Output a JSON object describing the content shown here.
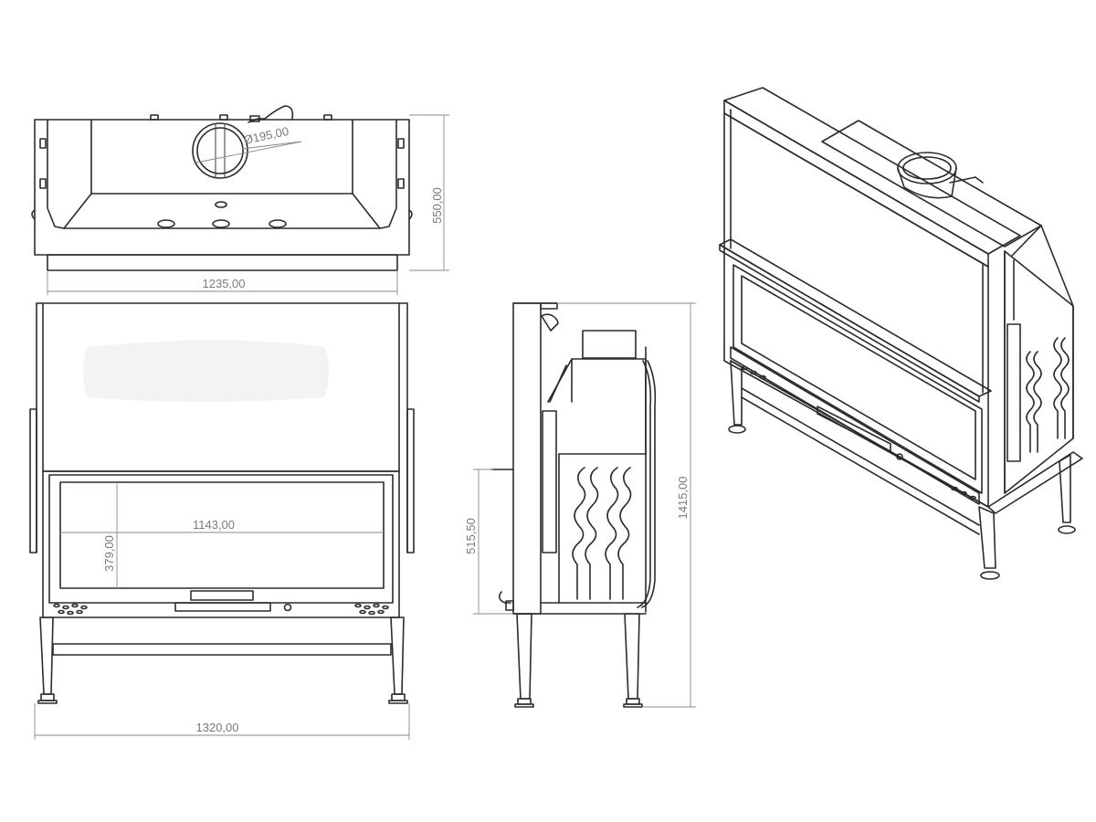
{
  "dimensions": {
    "flue_diameter": "Ø195,00",
    "top_depth": "550,00",
    "top_width": "1235,00",
    "glass_width": "1143,00",
    "glass_height": "379,00",
    "overall_width": "1320,00",
    "side_lower_height": "515,50",
    "overall_height": "1415,00"
  },
  "colors": {
    "line": "#2b2b2b",
    "dimension": "#8a8a8a",
    "dimension_text": "#7a7a7a",
    "background": "#ffffff"
  }
}
